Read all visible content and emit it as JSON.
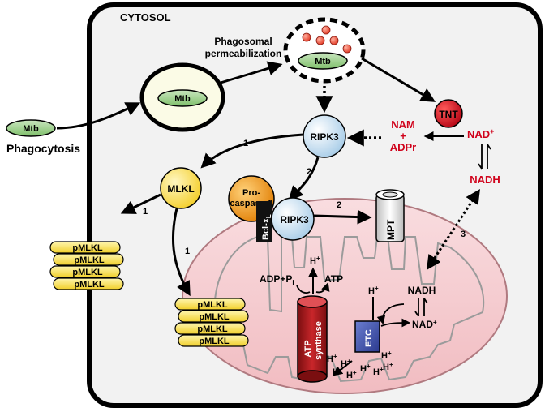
{
  "labels": {
    "cytosol": "CYTOSOL",
    "phagosomal_line1": "Phagosomal",
    "phagosomal_line2": "permeabilization",
    "phagocytosis": "Phagocytosis",
    "mtb": "Mtb",
    "tnt": "TNT",
    "nam": "NAM",
    "plus": "+",
    "adpr": "ADPr",
    "nad_plus": "NAD",
    "nadh": "NADH",
    "ripk3": "RIPK3",
    "mlkl": "MLKL",
    "procaspase_line1": "Pro-",
    "procaspase_line2": "caspase-8",
    "bclxl": "Bcl-x",
    "bclxl_sub": "L",
    "mpt": "MPT",
    "adp_pi": "ADP+P",
    "adp_pi_sub": "i",
    "atp": "ATP",
    "h_plus": "H",
    "atp_synthase_line1": "ATP",
    "atp_synthase_line2": "synthase",
    "etc": "ETC",
    "pmlkl": "pMLKL",
    "step1": "1",
    "step2": "2",
    "step3": "3"
  },
  "colors": {
    "mitochondrion_fill": "#f6cfd2",
    "tnt_red": "#d0021b",
    "ripk3_blue": "#d6e9f7",
    "mlkl_yellow": "#fbe46b",
    "procaspase_orange": "#f39c12",
    "atp_synthase_red": "#b0151a",
    "etc_blue": "#3a4ca8"
  }
}
